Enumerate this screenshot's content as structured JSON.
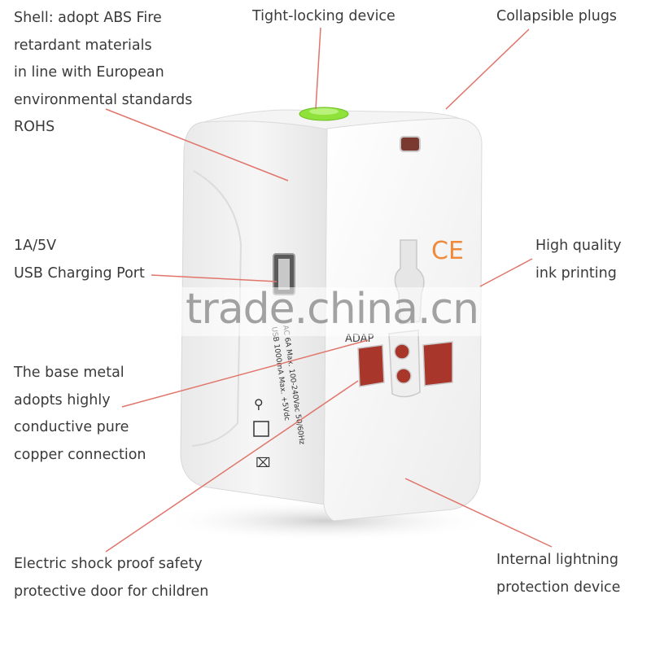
{
  "callouts": {
    "shell": {
      "lines": [
        "Shell: adopt ABS Fire",
        "retardant materials",
        "in line with European",
        "environmental standards",
        "ROHS"
      ]
    },
    "tight_locking": {
      "lines": [
        "Tight-locking device"
      ]
    },
    "collapsible": {
      "lines": [
        "Collapsible plugs"
      ]
    },
    "usb": {
      "lines": [
        "1A/5V",
        "USB Charging Port"
      ]
    },
    "ink": {
      "lines": [
        "High quality",
        "ink printing"
      ]
    },
    "base_metal": {
      "lines": [
        "The base metal",
        "adopts highly",
        "conductive pure",
        "copper connection"
      ]
    },
    "shock": {
      "lines": [
        "Electric shock proof safety",
        "protective door for children"
      ]
    },
    "lightning": {
      "lines": [
        "Internal lightning",
        "protection device"
      ]
    }
  },
  "product": {
    "ce_mark": "CE",
    "side_text": [
      "AC 6A Max. 100-240Vac 50/60Hz",
      "USB 1000mA Max. +5Vdc"
    ],
    "front_text": "ADAP"
  },
  "watermark": "trade.china.cn",
  "colors": {
    "callout_line": "#e0756b",
    "label_text": "#3a3a3a",
    "ce_mark": "#f08a3a",
    "lock_button": "#8ee23a",
    "socket_inner": "#a8362a"
  }
}
